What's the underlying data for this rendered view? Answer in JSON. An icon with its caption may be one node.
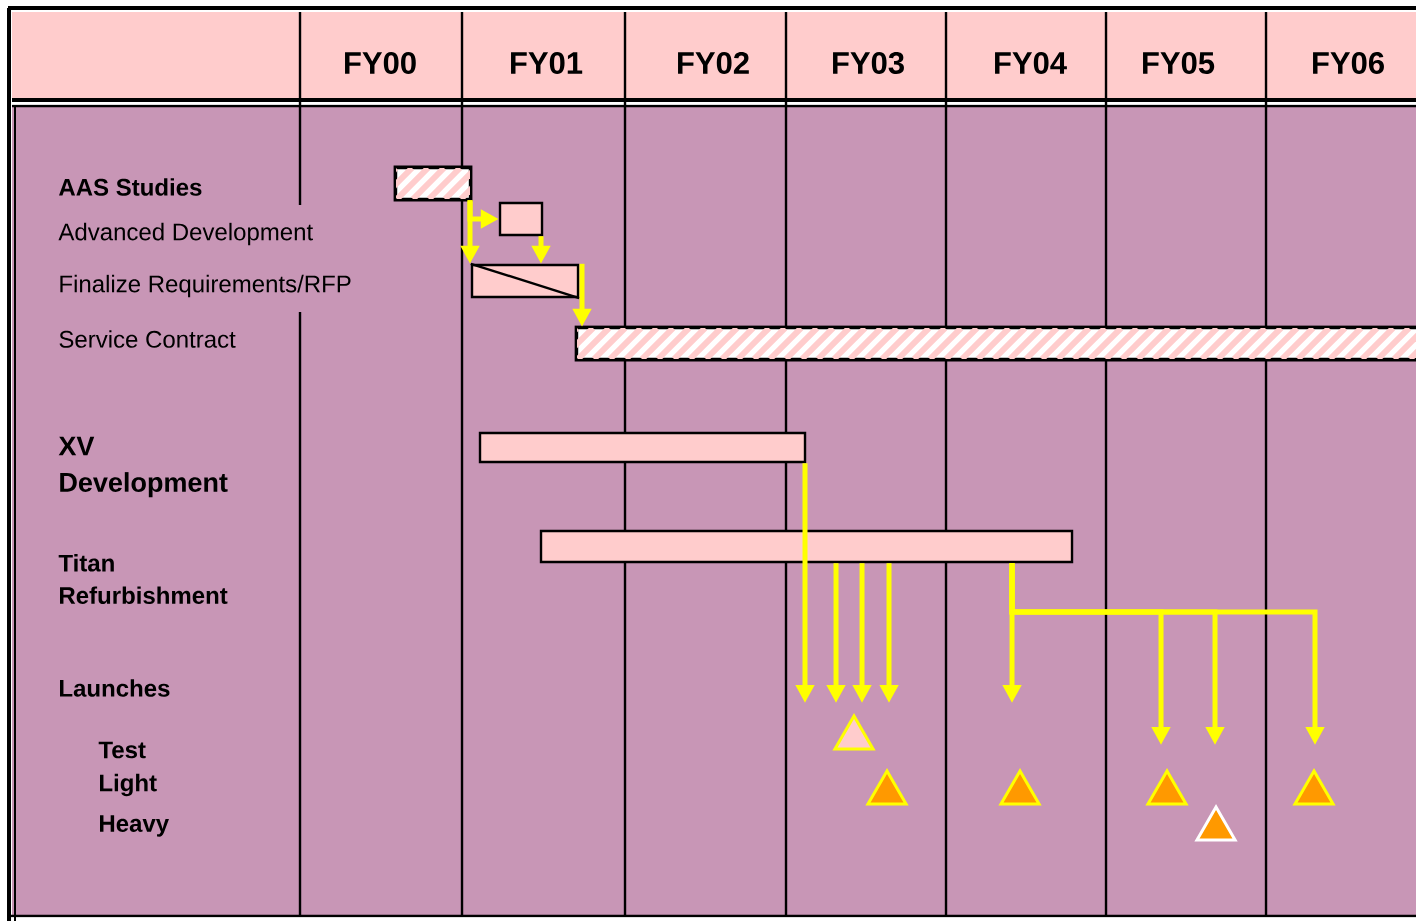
{
  "diagram": {
    "nodes": [
      {
        "text": [],
        "shape": "bar"
      },
      {
        "text": [],
        "shape": "bar"
      },
      {
        "text": [],
        "shape": "bar"
      },
      {
        "text": [],
        "shape": "bar"
      },
      {
        "text": [],
        "shape": "bar"
      },
      {
        "text": [],
        "shape": "bar"
      },
      {
        "text": [],
        "shape": "triangle"
      },
      {
        "text": [],
        "shape": "triangle"
      },
      {
        "text": [],
        "shape": "triangle"
      },
      {
        "text": [],
        "shape": "triangle"
      },
      {
        "text": [],
        "shape": "triangle"
      },
      {
        "text": [],
        "shape": "triangle"
      }
    ],
    "edges": [
      {
        "from": 0,
        "to": 2,
        "arrow": "to"
      },
      {
        "from": 0,
        "to": 1,
        "arrow": "to"
      },
      {
        "from": 1,
        "to": 2,
        "arrow": "to"
      },
      {
        "from": 2,
        "to": 3,
        "arrow": "to"
      },
      {
        "from": 4,
        "to": null,
        "arrow": "to"
      },
      {
        "from": 5,
        "to": null,
        "arrow": "to"
      },
      {
        "from": 5,
        "to": null,
        "arrow": "to"
      },
      {
        "from": 5,
        "to": null,
        "arrow": "to"
      },
      {
        "from": 5,
        "to": null,
        "arrow": "to"
      },
      {
        "from": 5,
        "to": null,
        "arrow": "to"
      },
      {
        "from": 5,
        "to": null,
        "arrow": "to"
      },
      {
        "from": 5,
        "to": null,
        "arrow": "to"
      }
    ],
    "labels": [
      "FY00",
      "FY01",
      "FY02",
      "FY03",
      "FY04",
      "FY05",
      "FY06",
      "AAS Studies",
      "Advanced Development",
      "Finalize Requirements/RFP",
      "Service Contract",
      "XV Development",
      "Titan Refurbishment",
      "Launches",
      "Test",
      "Light",
      "Heavy"
    ]
  }
}
